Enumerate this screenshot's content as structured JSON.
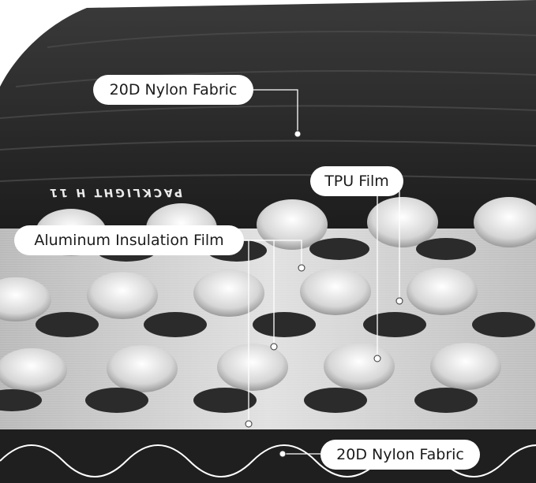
{
  "labels": {
    "nylon_top": "20D Nylon Fabric",
    "tpu_film": "TPU Film",
    "aluminum_film": "Aluminum Insulation Film",
    "nylon_bottom": "20D Nylon Fabric"
  },
  "product_marking": "PACKLIGHT H 11",
  "colors": {
    "fabric": "#2a2a2a",
    "aluminum": "#c9c9c9",
    "label_background": "#ffffff",
    "leader_line": "#ffffff"
  }
}
